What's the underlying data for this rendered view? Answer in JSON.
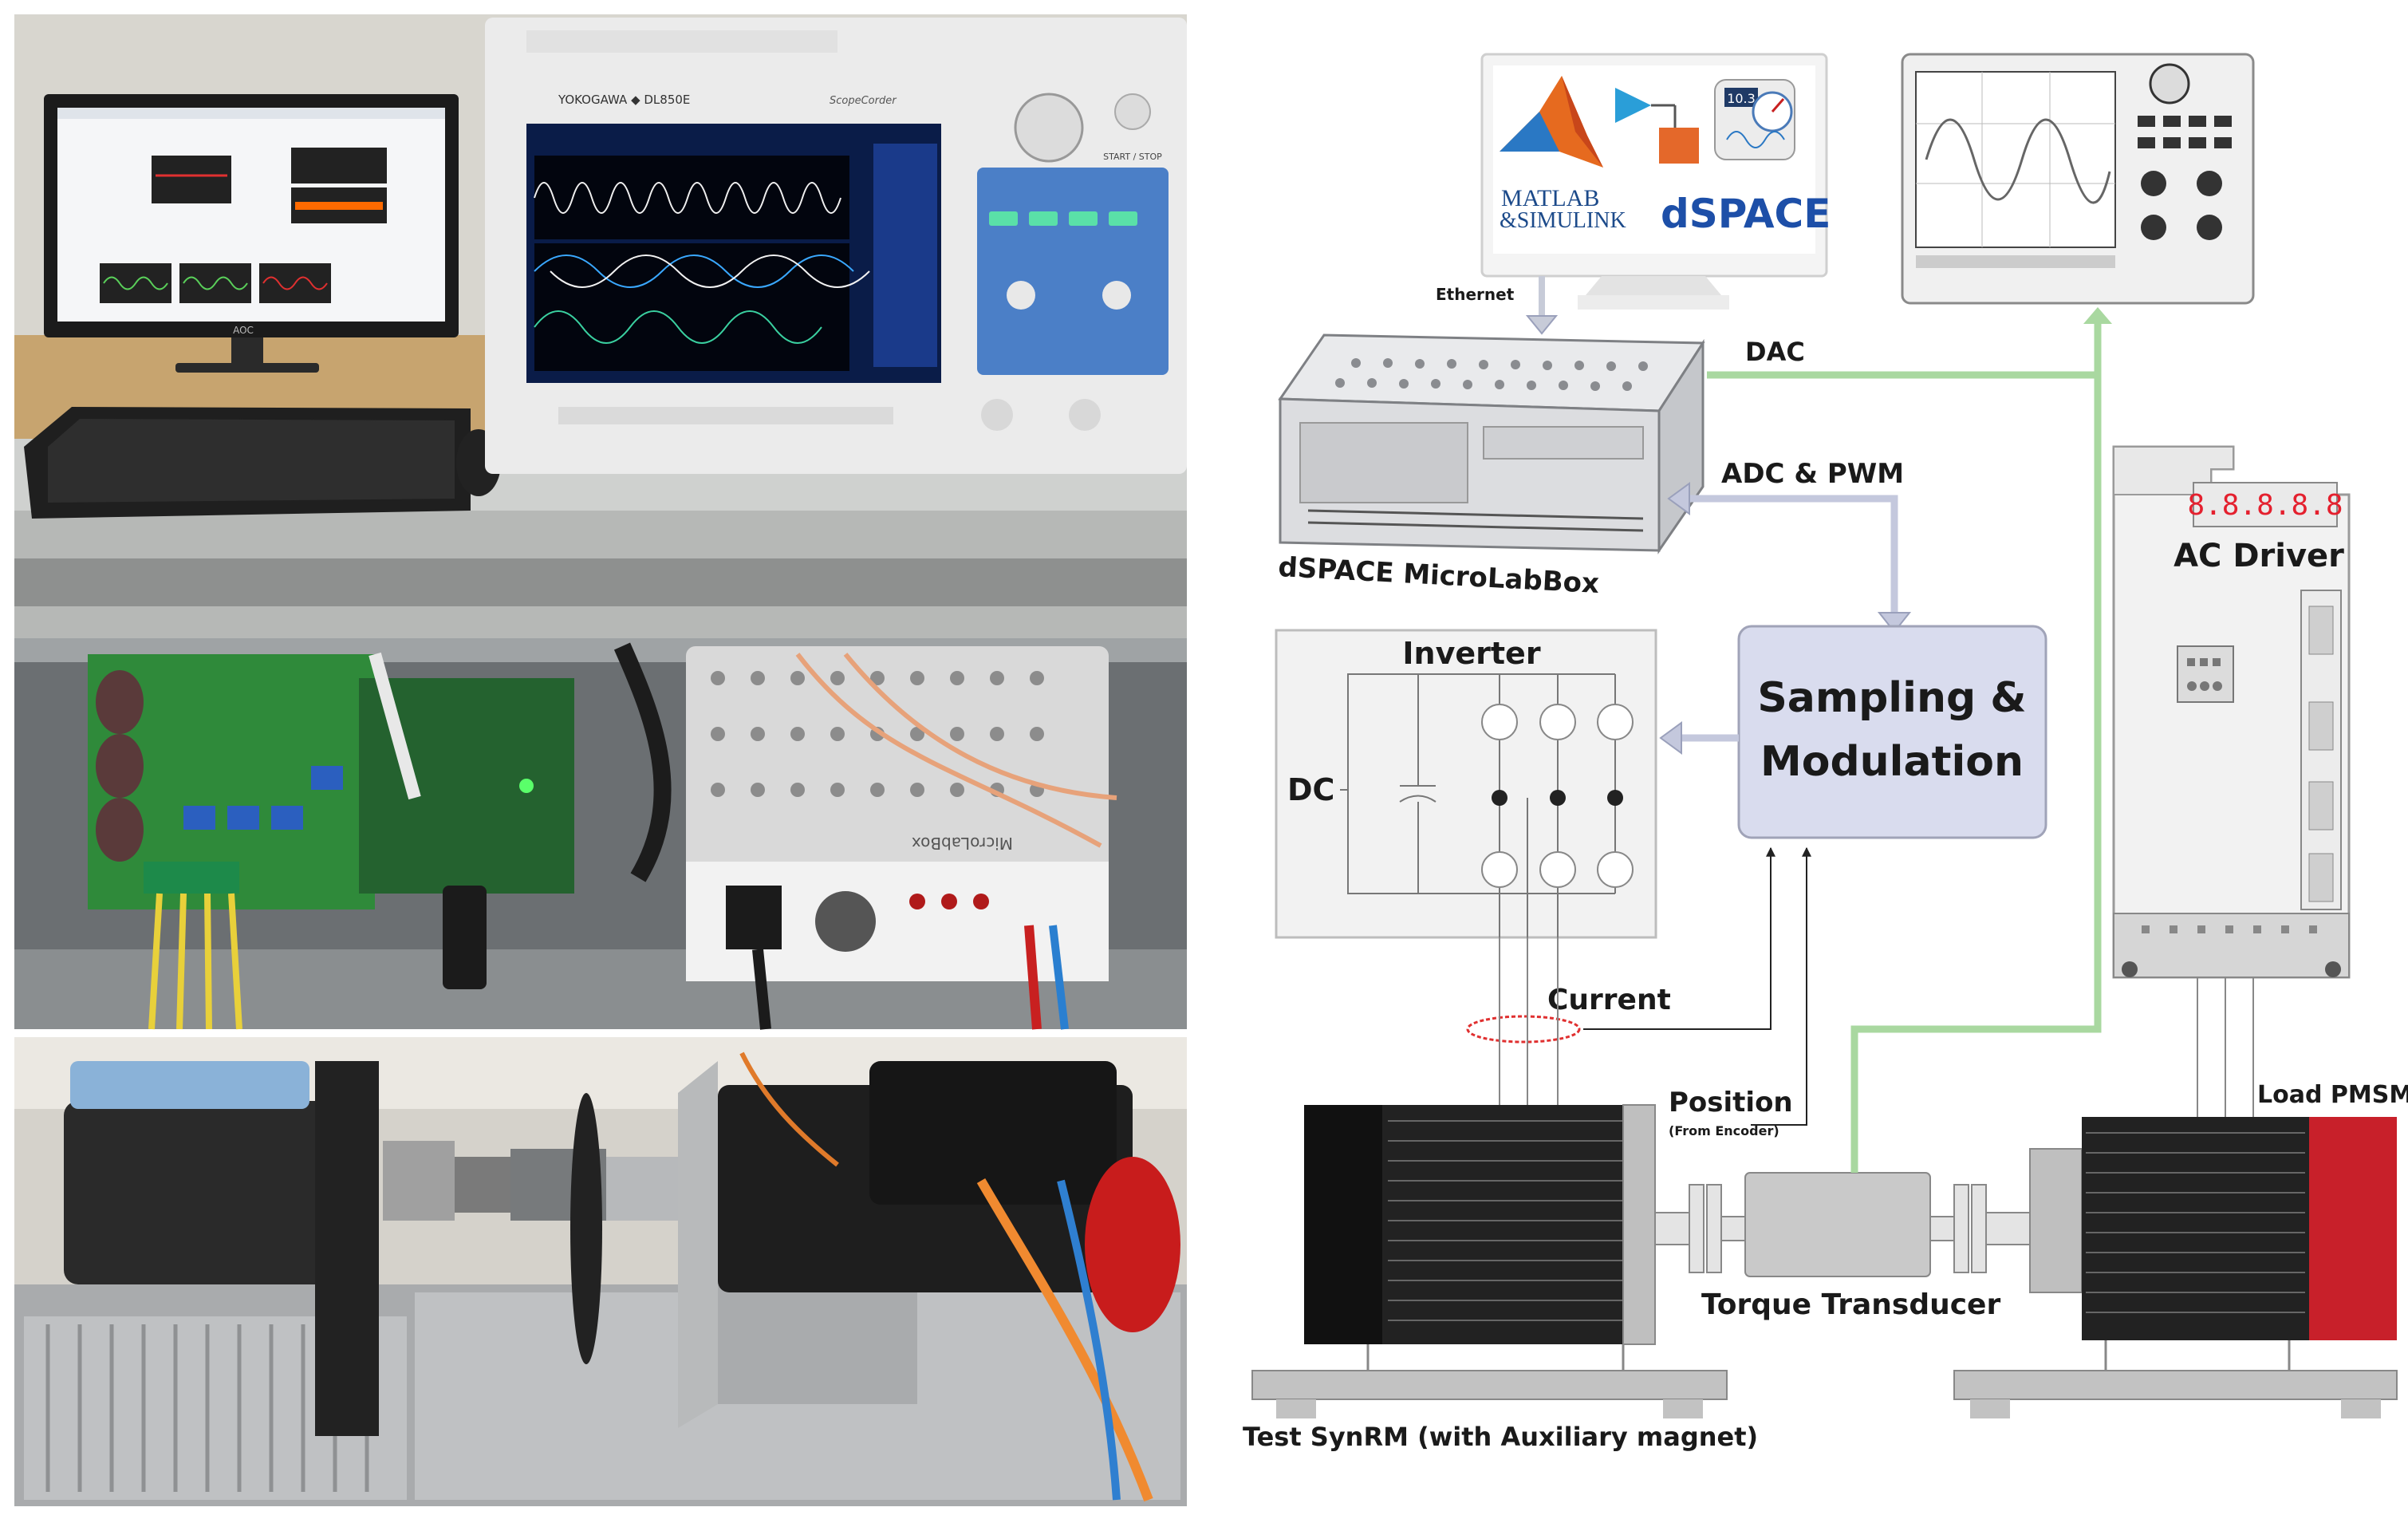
{
  "photo": {
    "scope_brand": "YOKOGAWA ◆ DL850E",
    "scope_series": "ScopeCorder",
    "scope_start_stop": "START / STOP",
    "monitor_brand": "AOC",
    "box_label": "MicroLabBox"
  },
  "diagram": {
    "software_logos": {
      "matlab": "MATLAB",
      "simulink": "&SIMULINK",
      "dspace": "dSPACE",
      "gauge_value": "10.3"
    },
    "labels": {
      "ethernet": "Ethernet",
      "dac": "DAC",
      "adc_pwm": "ADC & PWM",
      "microlabbox": "dSPACE MicroLabBox",
      "inverter": "Inverter",
      "dc": "DC",
      "sampling_line1": "Sampling &",
      "sampling_line2": "Modulation",
      "current": "Current",
      "position": "Position",
      "from_encoder": "(From Encoder)",
      "torque_transducer": "Torque Transducer",
      "test_synrm": "Test SynRM (with Auxiliary magnet)",
      "ac_driver": "AC Driver",
      "driver_display": "8.8.8.8.8",
      "load_pmsm": "Load PMSM"
    },
    "colors": {
      "dac_line": "#a9d8a0",
      "inverter_fill": "#f2f2f2",
      "sampling_fill": "#d9dcee",
      "pmsm_red": "#c8202a",
      "display_red": "#e4202e",
      "current_ellipse": "#e03030"
    }
  }
}
